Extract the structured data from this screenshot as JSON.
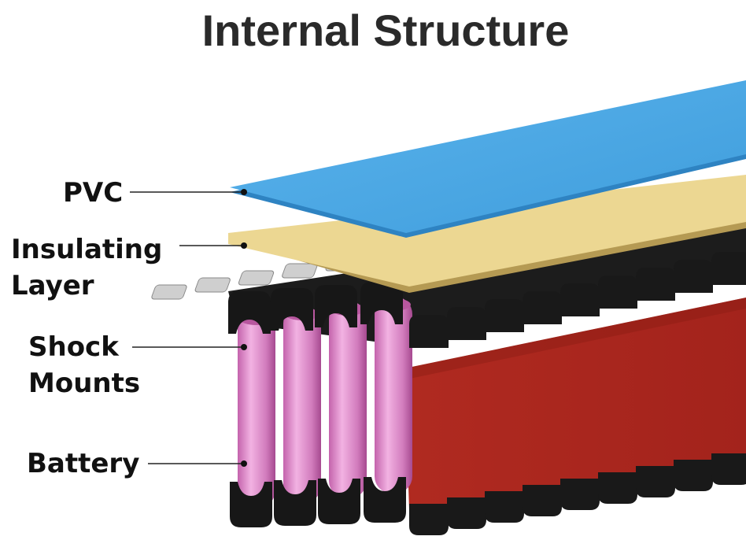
{
  "title": "Internal Structure",
  "labels": {
    "pvc": "PVC",
    "insulating": [
      "Insulating",
      "Layer"
    ],
    "shock": [
      "Shock",
      "Mounts"
    ],
    "battery": "Battery"
  },
  "colors": {
    "pvc": "#4fa8e4",
    "insulating": "#ecd792",
    "battery": "#dc87c8",
    "holder": "#151515",
    "wrap": "#b3271f"
  }
}
